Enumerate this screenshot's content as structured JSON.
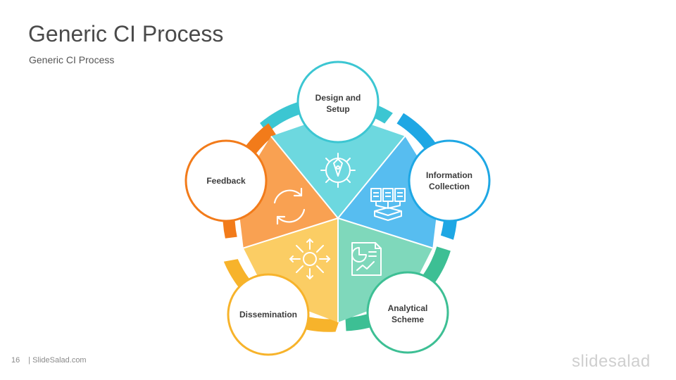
{
  "slide": {
    "title": "Generic CI Process",
    "subtitle": "Generic CI Process",
    "page_number": "16",
    "footer_text": "| SlideSalad.com",
    "logo_text": "slidesalad"
  },
  "diagram": {
    "nodes": [
      {
        "line1": "Design and",
        "line2": "Setup",
        "color": "#3cc6d2",
        "icon": "gear-pen-icon"
      },
      {
        "line1": "Information",
        "line2": "Collection",
        "color": "#1ea7e4",
        "icon": "documents-inbox-icon"
      },
      {
        "line1": "Analytical",
        "line2": "Scheme",
        "color": "#3dbf94",
        "icon": "report-chart-icon"
      },
      {
        "line1": "Dissemination",
        "line2": "",
        "color": "#f7b32b",
        "icon": "sun-arrows-icon"
      },
      {
        "line1": "Feedback",
        "line2": "",
        "color": "#f27b1a",
        "icon": "refresh-cycle-icon"
      }
    ],
    "segment_colors": [
      "#6dd8df",
      "#57bdf0",
      "#7fd8bb",
      "#fbcd64",
      "#f9a152"
    ]
  }
}
